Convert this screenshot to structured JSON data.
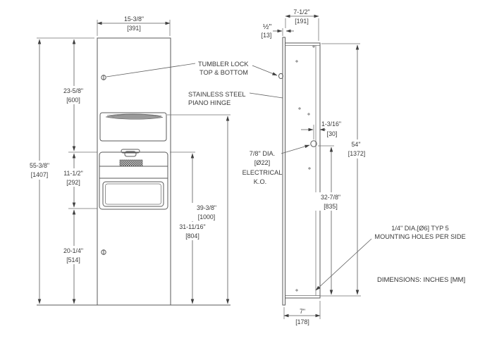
{
  "note": "DIMENSIONS: INCHES [MM]",
  "front_view": {
    "width_in": "15-3/8\"",
    "width_mm": "[391]",
    "overall_height_in": "55-3/8\"",
    "overall_height_mm": "[1407]",
    "upper_in": "23-5/8\"",
    "upper_mm": "[600]",
    "middle_in": "11-1/2\"",
    "middle_mm": "[292]",
    "lower_in": "20-1/4\"",
    "lower_mm": "[514]",
    "receptacle_in": "31-11/16\"",
    "receptacle_mm": "[804]",
    "towel_in": "39-3/8\"",
    "towel_mm": "[1000]"
  },
  "side_view": {
    "depth_in": "7-1/2\"",
    "depth_mm": "[191]",
    "flange_in": "½\"",
    "flange_mm": "[13]",
    "ko_offset_in": "1-3/16\"",
    "ko_offset_mm": "[30]",
    "height_in": "54\"",
    "height_mm": "[1372]",
    "ko_height_in": "32-7/8\"",
    "ko_height_mm": "[835]",
    "body_depth_in": "7\"",
    "body_depth_mm": "[178]"
  },
  "callouts": {
    "lock_line1": "TUMBLER LOCK",
    "lock_line2": "TOP & BOTTOM",
    "hinge_line1": "STAINLESS STEEL",
    "hinge_line2": "PIANO HINGE",
    "ko_line1": "7/8\" DIA.",
    "ko_line2": "[Ø22]",
    "ko_line3": "ELECTRICAL",
    "ko_line4": "K.O.",
    "holes_line1": "1/4\" DIA.[Ø6] TYP 5",
    "holes_line2": "MOUNTING HOLES PER SIDE"
  },
  "colors": {
    "line": "#5a5a5a",
    "text": "#3a3a3a",
    "background": "#ffffff"
  }
}
